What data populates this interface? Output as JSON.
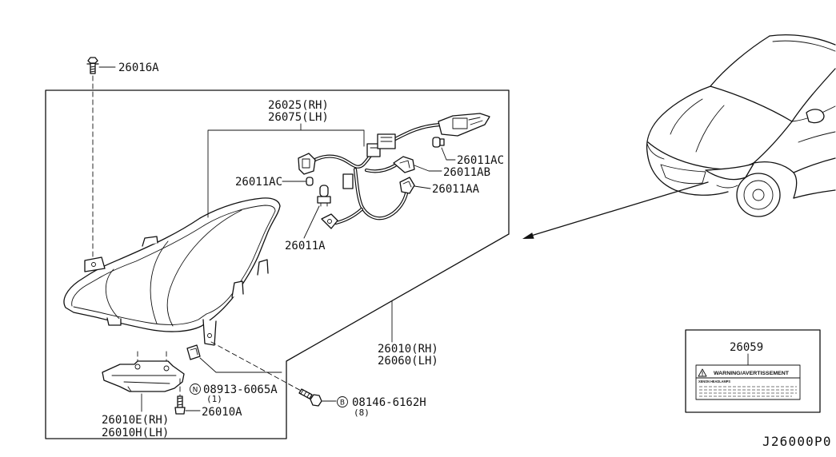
{
  "diagram": {
    "bolt_26016a": "26016A",
    "harness_rh": "26025(RH)",
    "harness_lh": "26075(LH)",
    "bulb_left": "26011AC",
    "bulb_right": "26011AC",
    "socket_ab": "26011AB",
    "socket_aa": "26011AA",
    "bulb_main": "26011A",
    "headlamp_rh": "26010(RH)",
    "headlamp_lh": "26060(LH)",
    "clip_marker": "N",
    "clip_part": "08913-6065A",
    "clip_qty": "(1)",
    "screw_part": "26010A",
    "bolt_marker": "B",
    "bolt_part": "08146-6162H",
    "bolt_qty": "(8)",
    "bracket_rh": "26010E(RH)",
    "bracket_lh": "26010H(LH)"
  },
  "warning_label": {
    "part": "26059",
    "heading": "WARNING/AVERTISSEMENT",
    "subheading": "XENON HEADLAMPS"
  },
  "illustration_code": "J26000P0",
  "icons": {
    "label_warning": "warning-triangle-icon"
  },
  "colors": {
    "ink": "#111111",
    "paper": "#ffffff"
  }
}
